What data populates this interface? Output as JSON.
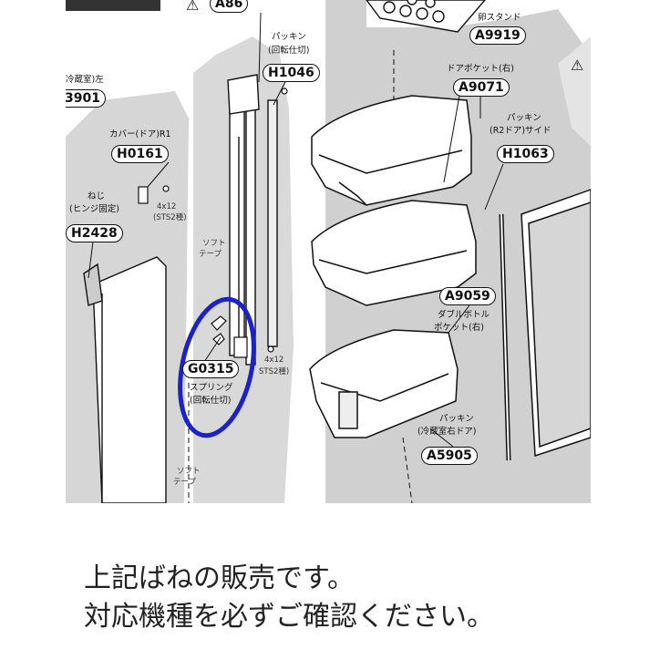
{
  "parts": {
    "a86": "A86",
    "a9919": "A9919",
    "a9071": "A9071",
    "h1046": "H1046",
    "h0161": "H0161",
    "h2428": "H2428",
    "h1063": "H1063",
    "a9059": "A9059",
    "g0315": "G0315",
    "a5905": "A5905",
    "p3901": "3901"
  },
  "labels": {
    "egg_stand": "卵スタンド",
    "door_pocket_right": "ドアポケット(右)",
    "packing_rotation_1": "パッキン",
    "packing_rotation_2": "(回転仕切)",
    "refrig_left": "冷蔵室)左",
    "cover_door": "カバー(ドア)R1",
    "screw_1": "ねじ",
    "screw_2": "(ヒンジ固定)",
    "screw_size_1a": "4x12",
    "screw_size_1b": "(STS2種)",
    "screw_size_2a": "4x12",
    "screw_size_2b": "STS2種)",
    "packing_side_1": "パッキン",
    "packing_side_2": "(R2ドア)サイド",
    "double_bottle_1": "ダブルボトル",
    "double_bottle_2": "ポケット(右)",
    "spring_1": "スプリング",
    "spring_2": "(回転仕切)",
    "packing_door_1": "パッキン",
    "packing_door_2": "(冷蔵室右ドア)",
    "soft_tape_1": "ソフト",
    "soft_tape_2": "テープ",
    "soft_tape_3": "ソフト",
    "soft_tape_4": "テープ"
  },
  "caption": {
    "line1": "上記ばねの販売です。",
    "line2": "対応機種を必ずご確認ください。"
  },
  "colors": {
    "highlight_circle": "#1a22c8",
    "panel_gray": "#d4d4d4"
  }
}
